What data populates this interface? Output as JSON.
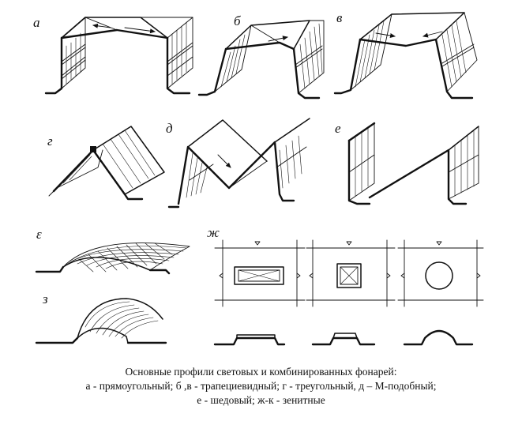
{
  "labels": {
    "a": "а",
    "b": "б",
    "v": "в",
    "g": "г",
    "d": "д",
    "e": "е",
    "yo": "ε",
    "zh": "ж",
    "z": "з"
  },
  "caption": {
    "title": "Основные профили световых и комбинированных фонарей:",
    "line1": "а - прямоугольный; б ,в - трапециевидный; г - треугольный, д – М-подобный;",
    "line2": "е - шедовый; ж-к - зенитные"
  }
}
